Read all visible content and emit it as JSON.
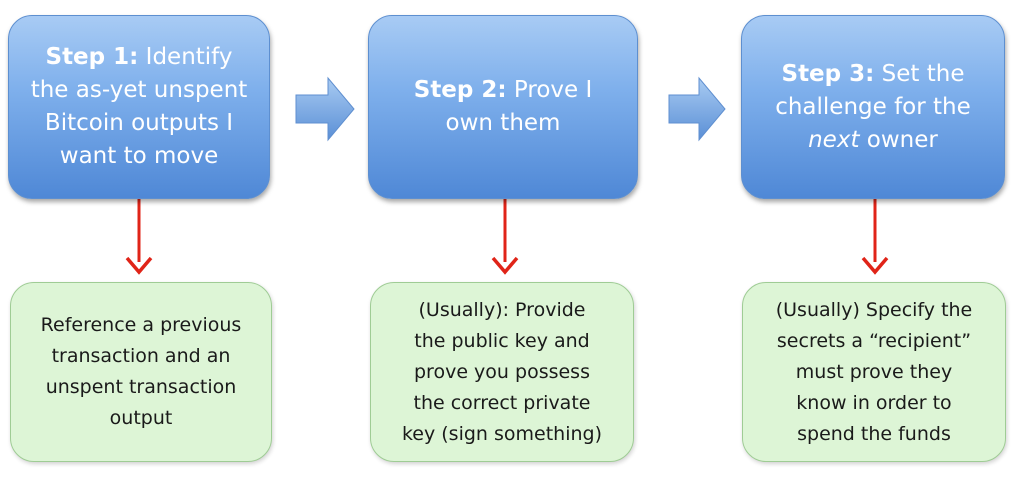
{
  "steps": [
    {
      "label": "Step 1:",
      "lines": [
        "Identify",
        "the as-yet unspent",
        "Bitcoin outputs I",
        "want to move"
      ]
    },
    {
      "label": "Step 2:",
      "lines": [
        "Prove I",
        "own them"
      ]
    },
    {
      "label": "Step 3:",
      "lines": [
        "Set the",
        "challenge for the"
      ],
      "italic": "next",
      "after_italic": " owner"
    }
  ],
  "notes": [
    {
      "lines": [
        "Reference a previous",
        "transaction and an",
        "unspent transaction",
        "output"
      ]
    },
    {
      "lines": [
        "(Usually): Provide",
        "the public key and",
        "prove you possess",
        "the correct private",
        "key (sign something)"
      ]
    },
    {
      "lines": [
        "(Usually) Specify the",
        "secrets a “recipient”",
        "must prove they",
        "know in order to",
        "spend the funds"
      ]
    }
  ],
  "colors": {
    "step_fill_top": "#a8cbf4",
    "step_fill_bottom": "#4f88d6",
    "note_fill": "#ddf5d6",
    "note_border": "#9fcc95",
    "connector_arrow": "#e02418",
    "flow_arrow": "#6c9fdd"
  }
}
